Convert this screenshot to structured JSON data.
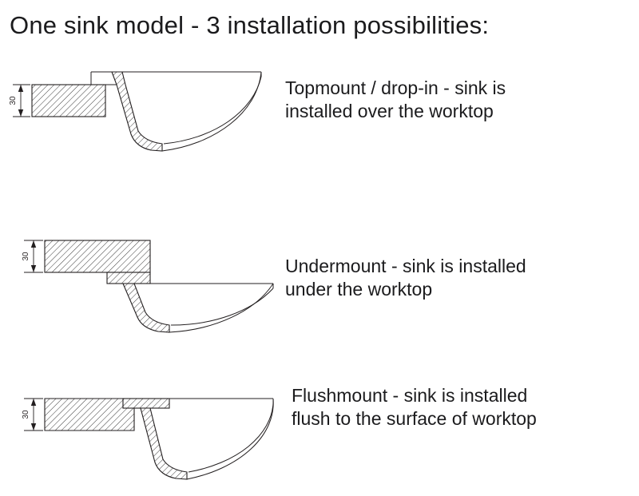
{
  "title": "One sink model - 3 installation possibilities:",
  "colors": {
    "ink": "#1b1b1d",
    "line": "#231f20",
    "background": "#ffffff"
  },
  "rows": [
    {
      "id": "topmount",
      "dimension_label": "30",
      "description": "Topmount / drop-in - sink is\ninstalled over the worktop"
    },
    {
      "id": "undermount",
      "dimension_label": "30",
      "description": "Undermount - sink is installed\nunder the worktop"
    },
    {
      "id": "flushmount",
      "dimension_label": "30",
      "description": "Flushmount - sink is installed\nflush to the surface of worktop"
    }
  ]
}
